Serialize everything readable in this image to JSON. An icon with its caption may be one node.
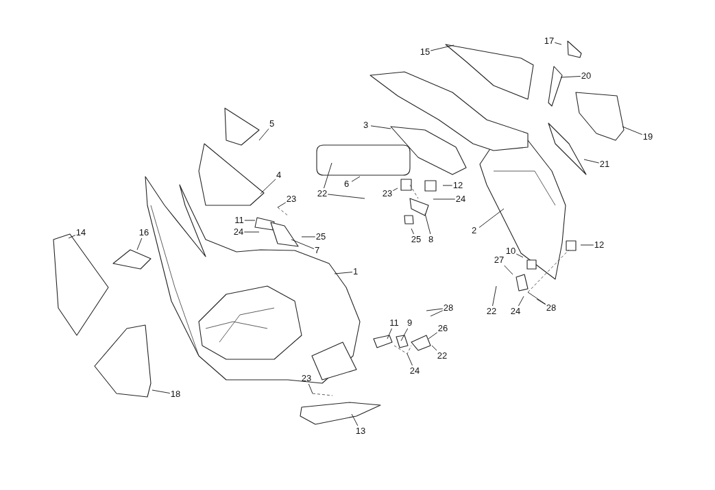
{
  "diagram": {
    "nodes": [
      {
        "text": [
          "15"
        ]
      },
      {
        "text": [
          "17"
        ]
      },
      {
        "text": [
          "20"
        ]
      },
      {
        "text": [
          "19"
        ]
      },
      {
        "text": [
          "21"
        ]
      },
      {
        "text": [
          "5"
        ]
      },
      {
        "text": [
          "3"
        ]
      },
      {
        "text": [
          "4"
        ]
      },
      {
        "text": [
          "22"
        ]
      },
      {
        "text": [
          "6"
        ]
      },
      {
        "text": [
          "23"
        ]
      },
      {
        "text": [
          "12"
        ]
      },
      {
        "text": [
          "24"
        ]
      },
      {
        "text": [
          "23"
        ]
      },
      {
        "text": [
          "11"
        ]
      },
      {
        "text": [
          "24"
        ]
      },
      {
        "text": [
          "25"
        ]
      },
      {
        "text": [
          "7"
        ]
      },
      {
        "text": [
          "8"
        ]
      },
      {
        "text": [
          "25"
        ]
      },
      {
        "text": [
          "2"
        ]
      },
      {
        "text": [
          "12"
        ]
      },
      {
        "text": [
          "10"
        ]
      },
      {
        "text": [
          "27"
        ]
      },
      {
        "text": [
          "1"
        ]
      },
      {
        "text": [
          "14"
        ]
      },
      {
        "text": [
          "16"
        ]
      },
      {
        "text": [
          "22"
        ]
      },
      {
        "text": [
          "24"
        ]
      },
      {
        "text": [
          "28"
        ]
      },
      {
        "text": [
          "28"
        ]
      },
      {
        "text": [
          "11"
        ]
      },
      {
        "text": [
          "9"
        ]
      },
      {
        "text": [
          "26"
        ]
      },
      {
        "text": [
          "22"
        ]
      },
      {
        "text": [
          "24"
        ]
      },
      {
        "text": [
          "23"
        ]
      },
      {
        "text": [
          "18"
        ]
      },
      {
        "text": [
          "13"
        ]
      }
    ],
    "edges": [
      {
        "from": 0,
        "to": null,
        "arrow": "none"
      },
      {
        "from": 1,
        "to": null,
        "arrow": "none"
      },
      {
        "from": 2,
        "to": null,
        "arrow": "none"
      },
      {
        "from": 3,
        "to": null,
        "arrow": "none"
      },
      {
        "from": 4,
        "to": null,
        "arrow": "none"
      },
      {
        "from": 5,
        "to": null,
        "arrow": "none"
      },
      {
        "from": 6,
        "to": null,
        "arrow": "none"
      },
      {
        "from": 7,
        "to": null,
        "arrow": "none"
      },
      {
        "from": 8,
        "to": null,
        "arrow": "none"
      },
      {
        "from": 8,
        "to": null,
        "arrow": "none"
      },
      {
        "from": 9,
        "to": null,
        "arrow": "none"
      },
      {
        "from": 10,
        "to": null,
        "arrow": "none"
      },
      {
        "from": 11,
        "to": null,
        "arrow": "none"
      },
      {
        "from": 12,
        "to": null,
        "arrow": "none"
      },
      {
        "from": 13,
        "to": null,
        "arrow": "none"
      },
      {
        "from": 14,
        "to": null,
        "arrow": "none"
      },
      {
        "from": 15,
        "to": null,
        "arrow": "none"
      },
      {
        "from": 16,
        "to": null,
        "arrow": "none"
      },
      {
        "from": 17,
        "to": null,
        "arrow": "none"
      },
      {
        "from": 18,
        "to": null,
        "arrow": "none"
      },
      {
        "from": 19,
        "to": null,
        "arrow": "none"
      },
      {
        "from": 20,
        "to": null,
        "arrow": "none"
      },
      {
        "from": 21,
        "to": null,
        "arrow": "none"
      },
      {
        "from": 22,
        "to": null,
        "arrow": "none"
      },
      {
        "from": 23,
        "to": null,
        "arrow": "none"
      },
      {
        "from": 24,
        "to": null,
        "arrow": "none"
      },
      {
        "from": 25,
        "to": null,
        "arrow": "none"
      },
      {
        "from": 26,
        "to": null,
        "arrow": "none"
      },
      {
        "from": 27,
        "to": null,
        "arrow": "none"
      },
      {
        "from": 28,
        "to": null,
        "arrow": "none"
      },
      {
        "from": 29,
        "to": null,
        "arrow": "none"
      },
      {
        "from": 29,
        "to": null,
        "arrow": "none"
      },
      {
        "from": 30,
        "to": null,
        "arrow": "none"
      },
      {
        "from": 30,
        "to": null,
        "arrow": "none"
      },
      {
        "from": 31,
        "to": null,
        "arrow": "none"
      },
      {
        "from": 32,
        "to": null,
        "arrow": "none"
      },
      {
        "from": 33,
        "to": null,
        "arrow": "none"
      },
      {
        "from": 34,
        "to": null,
        "arrow": "none"
      },
      {
        "from": 35,
        "to": null,
        "arrow": "none"
      },
      {
        "from": 36,
        "to": null,
        "arrow": "none"
      },
      {
        "from": 37,
        "to": null,
        "arrow": "none"
      },
      {
        "from": 38,
        "to": null,
        "arrow": "none"
      }
    ]
  }
}
